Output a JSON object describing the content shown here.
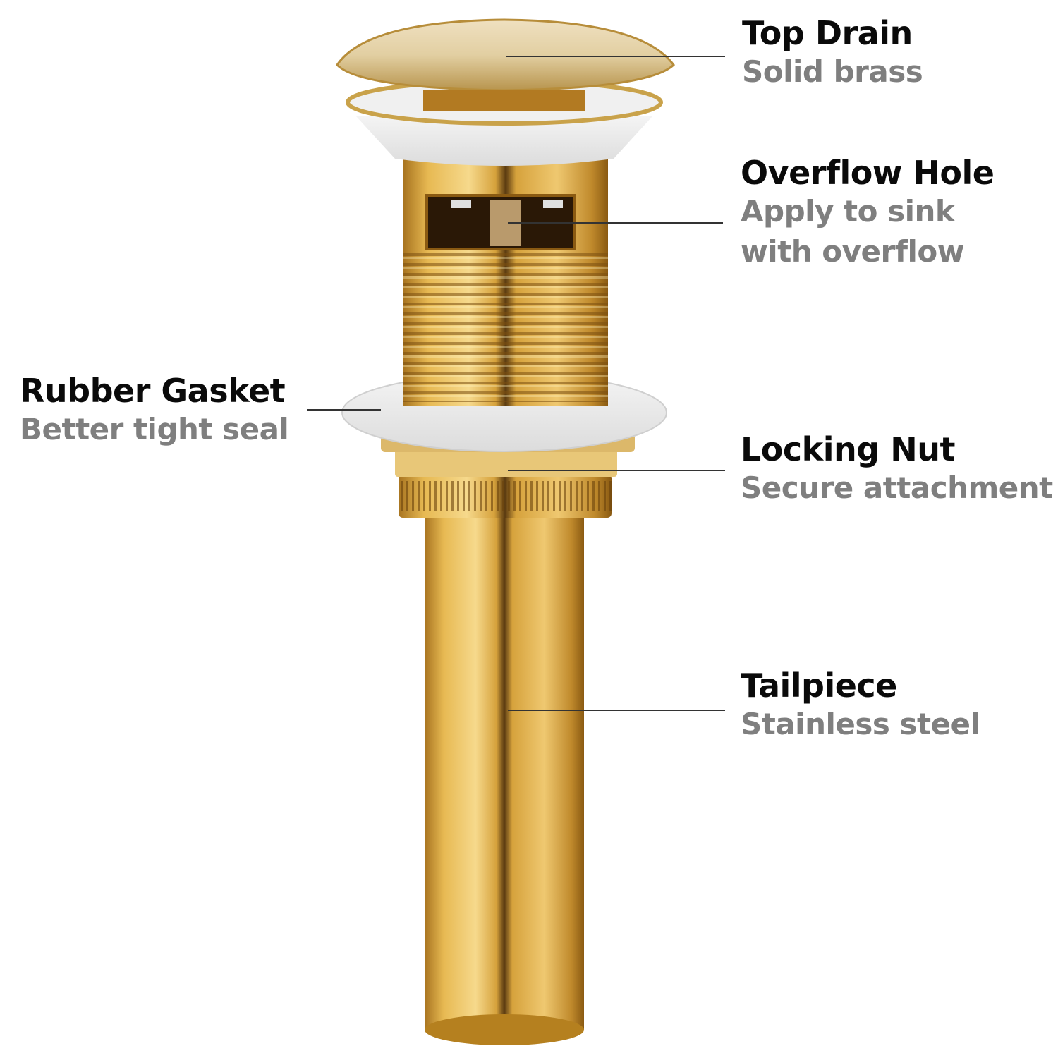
{
  "diagram": {
    "subject": "Pop-up sink drain (gold finish)",
    "colors": {
      "gold_light": "#f2d27a",
      "gold_mid": "#d9a63a",
      "gold_dark": "#8a5a12",
      "gasket_white": "#ececec",
      "leader_line": "#333333",
      "title_text": "#0a0a0a",
      "subtitle_text": "#7f7f7f"
    },
    "callouts": [
      {
        "id": "top-drain",
        "title": "Top Drain",
        "lines": [
          "Solid brass"
        ]
      },
      {
        "id": "overflow-hole",
        "title": "Overflow Hole",
        "lines": [
          "Apply to sink",
          "with overflow"
        ]
      },
      {
        "id": "rubber-gasket",
        "title": "Rubber Gasket",
        "lines": [
          "Better tight seal"
        ]
      },
      {
        "id": "locking-nut",
        "title": "Locking Nut",
        "lines": [
          "Secure attachment"
        ]
      },
      {
        "id": "tailpiece",
        "title": "Tailpiece",
        "lines": [
          "Stainless steel"
        ]
      }
    ]
  }
}
